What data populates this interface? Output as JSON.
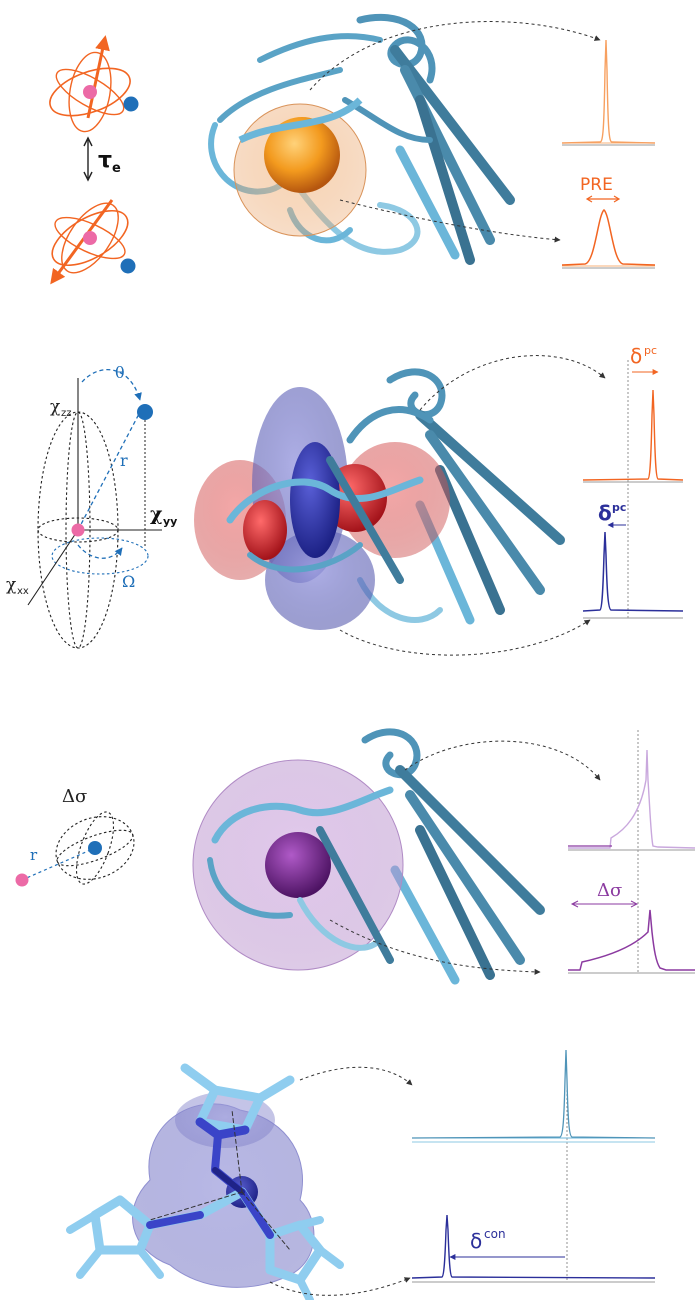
{
  "colors": {
    "orange": "#f26522",
    "orange_light": "#f7b27a",
    "sky": "#6bb6d9",
    "sky_dark": "#2e6f8e",
    "pink": "#ec6aa6",
    "blue": "#1f6fb8",
    "navy": "#2b2f9a",
    "red": "#d6232a",
    "purple": "#8b3aa0",
    "violet_light": "#b58dcc",
    "lilac": "#8f8fd0"
  },
  "panel1": {
    "tau_symbol": "τ",
    "tau_subscript": "e",
    "pre_label": "PRE"
  },
  "panel2": {
    "theta": "θ",
    "chi_zz": "χ",
    "chi_zz_sub": "zz",
    "chi_yy": "χ",
    "chi_yy_sub": "yy",
    "chi_xx": "χ",
    "chi_xx_sub": "xx",
    "r_label": "r",
    "omega": "Ω",
    "delta_pc_top": "δ",
    "delta_pc_top_sup": "pc",
    "delta_pc_bottom": "δ",
    "delta_pc_bottom_sup": "pc"
  },
  "panel3": {
    "delta_sigma_left": "Δσ",
    "r_label": "r",
    "delta_sigma_right": "Δσ"
  },
  "panel4": {
    "delta_con": "δ",
    "delta_con_sup": "con"
  }
}
